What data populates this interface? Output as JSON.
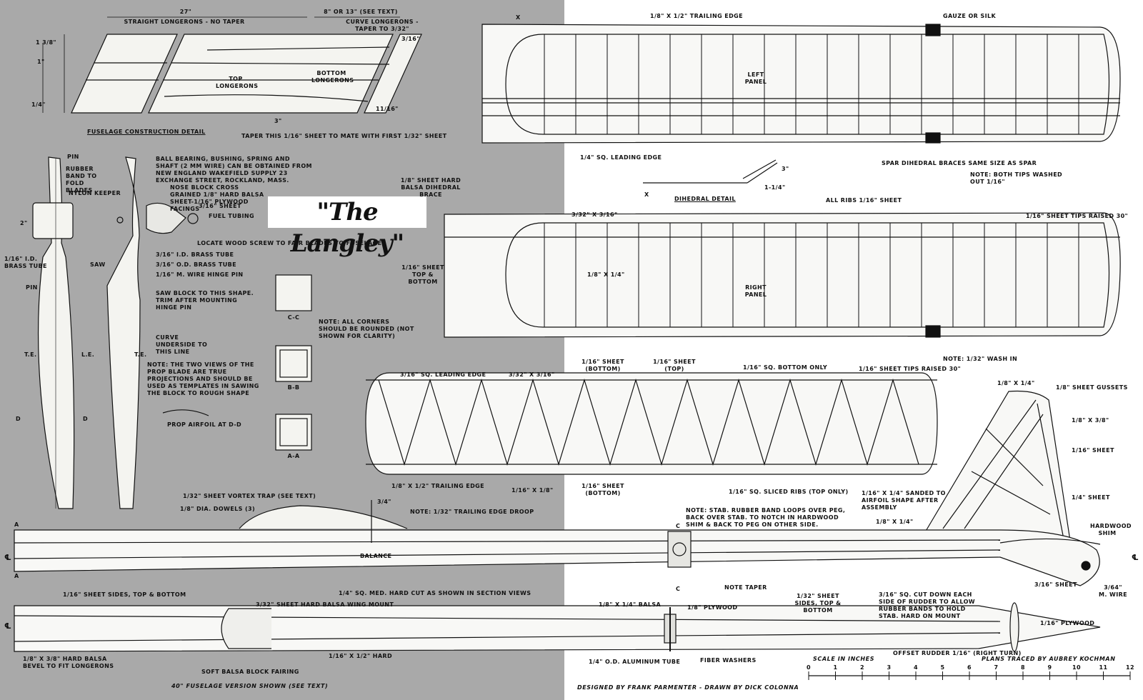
{
  "title": "\"The Langley\"",
  "credits": {
    "designed": "DESIGNED BY FRANK PARMENTER - DRAWN BY DICK COLONNA",
    "traced": "PLANS TRACED BY AUBREY KOCHMAN",
    "version": "40\" FUSELAGE VERSION SHOWN (SEE TEXT)"
  },
  "scale": {
    "label": "SCALE IN INCHES",
    "ticks": [
      "0",
      "1",
      "2",
      "3",
      "4",
      "5",
      "6",
      "7",
      "8",
      "9",
      "10",
      "11",
      "12"
    ]
  },
  "fuselage_detail": {
    "dim_27": "27\"",
    "dim_8_13": "8\" OR 13\" (SEE TEXT)",
    "straight": "STRAIGHT LONGERONS - NO TAPER",
    "curve": "CURVE LONGERONS - TAPER TO 3/32\"",
    "dim_1_3_8": "1 3/8\"",
    "dim_1": "1\"",
    "dim_1_4": "1/4\"",
    "dim_3_16": "3/16\"",
    "dim_11_16": "11/16\"",
    "dim_3": "3\"",
    "top_long": "TOP LONGERONS",
    "bottom_long": "BOTTOM LONGERONS",
    "caption": "FUSELAGE CONSTRUCTION DETAIL",
    "taper": "TAPER THIS 1/16\" SHEET TO MATE WITH FIRST 1/32\" SHEET"
  },
  "prop": {
    "pin": "PIN",
    "rubber_band": "RUBBER BAND TO FOLD BLADES",
    "nylon": "NYLON KEEPER",
    "brass": "1/16\" I.D. BRASS TUBE",
    "pin2": "PIN",
    "dim_2": "2\"",
    "te": "T.E.",
    "le": "L.E.",
    "te2": "T.E.",
    "d1": "D",
    "d2": "D",
    "saw": "SAW",
    "ball_bearing": "BALL BEARING, BUSHING, SPRING AND SHAFT (2 MM WIRE) CAN BE OBTAINED FROM NEW ENGLAND WAKEFIELD SUPPLY 23 EXCHANGE STREET, ROCKLAND, MASS.",
    "nose_block": "NOSE BLOCK CROSS GRAINED 1/8\" HARD BALSA SHEET-1/16\" PLYWOOD FACINGS",
    "sheet_3_16": "3/16\" SHEET",
    "fuel_tubing": "FUEL TUBING",
    "wood_screw": "LOCATE WOOD SCREW TO FAIR BLADES TO FUSELAGE",
    "id_brass": "3/16\" I.D. BRASS TUBE",
    "od_brass": "3/16\" O.D. BRASS TUBE",
    "hinge": "1/16\" M. WIRE HINGE PIN",
    "saw_block": "SAW BLOCK TO THIS SHAPE. TRIM AFTER MOUNTING HINGE PIN",
    "curve_under": "CURVE UNDERSIDE TO THIS LINE",
    "note_views": "NOTE: THE TWO VIEWS OF THE PROP BLADE ARE TRUE PROJECTIONS AND SHOULD BE USED AS TEMPLATES IN SAWING THE BLOCK TO ROUGH SHAPE",
    "airfoil": "PROP AIRFOIL AT D-D"
  },
  "sections": {
    "cc": "C-C",
    "bb": "B-B",
    "aa": "A-A",
    "note_corners": "NOTE: ALL CORNERS SHOULD BE ROUNDED (NOT SHOWN FOR CLARITY)"
  },
  "left_wing": {
    "trailing": "1/8\" X 1/2\" TRAILING EDGE",
    "gauze": "GAUZE OR SILK",
    "panel": "LEFT PANEL",
    "leading": "1/4\" SQ. LEADING EDGE",
    "spar_braces": "SPAR DIHEDRAL BRACES SAME SIZE AS SPAR",
    "note_tips": "NOTE: BOTH TIPS WASHED OUT 1/16\"",
    "dihedral_brace": "1/8\" SHEET HARD BALSA DIHEDRAL BRACE",
    "dihedral_detail": "DIHEDRAL DETAIL",
    "dim_3": "3\"",
    "dim_1_1_4": "1-1/4\"",
    "x1": "X",
    "x2": "X"
  },
  "right_wing": {
    "spar": "3/32\" X 3/16\"",
    "all_ribs": "ALL RIBS 1/16\" SHEET",
    "tips_raised": "1/16\" SHEET TIPS RAISED 30\"",
    "strip": "1/8\" X 1/4\"",
    "sheet_tb": "1/16\" SHEET TOP & BOTTOM",
    "panel": "RIGHT PANEL",
    "wash": "NOTE: 1/32\" WASH IN"
  },
  "stab": {
    "leading": "3/16\" SQ. LEADING EDGE",
    "spar": "3/32\" X 3/16\"",
    "sheet_bottom": "1/16\" SHEET (BOTTOM)",
    "sheet_top": "1/16\" SHEET (TOP)",
    "sq_bottom": "1/16\" SQ. BOTTOM ONLY",
    "tips": "1/16\" SHEET TIPS RAISED 30\"",
    "trailing": "1/8\" X 1/2\" TRAILING EDGE",
    "diag": "1/16\" X 1/8\"",
    "sheet_bottom2": "1/16\" SHEET (BOTTOM)",
    "sliced": "1/16\" SQ. SLICED RIBS (TOP ONLY)",
    "note_stab": "NOTE: STAB. RUBBER BAND LOOPS OVER PEG, BACK OVER STAB. TO NOTCH IN HARDWOOD SHIM & BACK TO PEG ON OTHER SIDE."
  },
  "rudder": {
    "strip": "1/8\" X 1/4\"",
    "gussets": "1/8\" SHEET GUSSETS",
    "strip2": "1/8\" X 3/8\"",
    "sheet16": "1/16\" SHEET",
    "sanded": "1/16\" X 1/4\" SANDED TO AIRFOIL SHAPE AFTER ASSEMBLY",
    "sheet14": "1/4\" SHEET",
    "strip3": "1/8\" X 1/4\"",
    "hardwood": "HARDWOOD SHIM",
    "sheet316": "3/16\" SHEET",
    "wire": "3/64\" M. WIRE"
  },
  "side_view": {
    "vortex": "1/32\" SHEET VORTEX TRAP (SEE TEXT)",
    "dowels": "1/8\" DIA. DOWELS (3)",
    "dim_3_4": "3/4\"",
    "note_droop": "NOTE: 1/32\" TRAILING EDGE DROOP",
    "balance": "BALANCE",
    "c_top": "C",
    "c_bot": "C",
    "cl_left": "℄",
    "cl_right": "℄",
    "a_top": "A",
    "a_bot": "A",
    "sides": "1/16\" SHEET SIDES, TOP & BOTTOM",
    "sq_med": "1/4\" SQ. MED. HARD CUT AS SHOWN IN SECTION VIEWS",
    "note_taper": "NOTE TAPER",
    "sheet_sides": "1/32\" SHEET SIDES, TOP & BOTTOM"
  },
  "plan_view": {
    "wing_mount": "3/32\" SHEET HARD BALSA WING MOUNT",
    "balsa": "1/8\" X 1/4\" BALSA",
    "plywood": "1/8\" PLYWOOD",
    "cut_down": "3/16\" SQ. CUT DOWN EACH SIDE OF RUDDER TO ALLOW RUBBER BANDS TO HOLD STAB. HARD ON MOUNT",
    "plywood2": "1/16\" PLYWOOD",
    "hard_balsa": "1/8\" X 3/8\" HARD BALSA BEVEL TO FIT LONGERONS",
    "half_hard": "1/16\" X 1/2\" HARD",
    "soft_block": "SOFT BALSA BLOCK FAIRING",
    "aluminum": "1/4\" O.D. ALUMINUM TUBE",
    "fiber": "FIBER WASHERS",
    "offset": "OFFSET RUDDER 1/16\" (RIGHT TURN)",
    "cl": "℄"
  }
}
